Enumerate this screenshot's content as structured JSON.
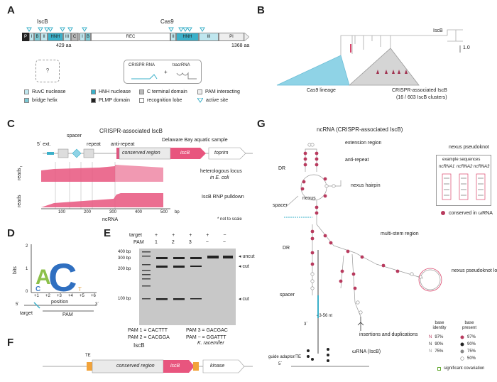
{
  "panels": {
    "A": "A",
    "B": "B",
    "C": "C",
    "D": "D",
    "E": "E",
    "F": "F",
    "G": "G"
  },
  "panelA": {
    "iscb_title": "IscB",
    "cas9_title": "Cas9",
    "iscb_len": "429 aa",
    "cas9_len": "1368 aa",
    "iscb_domains": [
      "P",
      "I",
      "B",
      "II",
      "HNH",
      "III",
      "C"
    ],
    "cas9_domains": [
      "I",
      "B",
      "REC",
      "II",
      "HNH",
      "III",
      "PI"
    ],
    "unknown": "?",
    "crispr_rna": "CRISPR RNA",
    "plus": "+",
    "tracrrna": "tracrRNA",
    "legend": [
      {
        "label": "RuvC nuclease",
        "color": "#bfe6ee"
      },
      {
        "label": "HNH nuclease",
        "color": "#3bb0c9"
      },
      {
        "label": "C terminal domain",
        "color": "#b8b8b8"
      },
      {
        "label": "PAM interacting",
        "color": "#eeeeee"
      },
      {
        "label": "bridge helix",
        "color": "#7cc9d4"
      },
      {
        "label": "PLMP domain",
        "color": "#222222"
      },
      {
        "label": "recognition lobe",
        "color": "#ffffff"
      },
      {
        "label": "active site",
        "color": "#3bb0c9"
      }
    ]
  },
  "panelB": {
    "iscb": "IscB",
    "scale": "1.0",
    "cas9_lineage": "Cas9 lineage",
    "crispr_iscb": "CRISPR-associated IscB",
    "clusters": "(16 / 603 IscB clusters)"
  },
  "panelC": {
    "title": "CRISPR-associated IscB",
    "ext": "5´ ext.",
    "spacer": "spacer",
    "repeat": "repeat",
    "anti_repeat": "anti-repeat",
    "conserved_region": "conserved region",
    "iscb": "iscB",
    "toprim": "toprim",
    "sample": "Delaware Bay aquatic sample",
    "reads": "reads",
    "track1": "heterologous locus",
    "track1b": "in E. coli",
    "track2": "IscB RNP pulldown",
    "xticks": [
      "100",
      "200",
      "300",
      "400",
      "500"
    ],
    "xunit": "bp",
    "xlabel": "ncRNA",
    "note": "* not to scale"
  },
  "panelD": {
    "ylabel": "bits",
    "yticks": [
      "0",
      "1",
      "2"
    ],
    "positions": [
      "+1",
      "+2",
      "+3",
      "+4",
      "+5",
      "+6"
    ],
    "xlabel": "position",
    "five": "5´",
    "three": "3´",
    "target": "target",
    "pam": "PAM"
  },
  "panelE": {
    "row_target": "target",
    "row_pam": "PAM",
    "target_marks": [
      "+",
      "+",
      "+",
      "+",
      "−"
    ],
    "pam_marks": [
      "1",
      "2",
      "3",
      "−",
      "−"
    ],
    "ladder": [
      "400 bp",
      "300 bp",
      "200 bp",
      "100 bp"
    ],
    "uncut": "uncut",
    "cut": "cut",
    "pam1": "PAM 1 = CACTTT",
    "pam2": "PAM 2 = CACGGA",
    "pam3": "PAM 3 = GACGAC",
    "pamneg": "PAM − = GGATTT"
  },
  "panelF": {
    "title": "IscB",
    "te": "TE",
    "conserved_region": "conserved region",
    "iscb": "iscB",
    "organism": "K. racemifer",
    "kinase": "kinase"
  },
  "panelG": {
    "title": "ncRNA (CRISPR-associated IscB)",
    "extension": "extension region",
    "anti_repeat": "anti-repeat",
    "dr": "DR",
    "nexus": "nexus",
    "nexus_hairpin": "nexus hairpin",
    "spacer": "spacer",
    "dr2": "DR",
    "spacer2": "spacer",
    "multi_stem": "multi-stem region",
    "nexus_pk": "nexus pseudoknot",
    "nexus_pk_loop": "nexus pseudoknot loop",
    "length": "43-56 nt",
    "three": "3´",
    "five": "5´",
    "insertions": "insertions and duplications",
    "omega": "ωRNA (IscB)",
    "guide": "guide adaptor/TE",
    "pk_box_title": "nexus pseudoknot",
    "example_seq": "example sequences",
    "ex_names": [
      "ncRNA1",
      "ncRNA2",
      "ncRNA3"
    ],
    "conserved": "conserved in ωRNA",
    "base_identity": "base identity",
    "base_present": "base present",
    "identity_levels": [
      "97%",
      "90%",
      "75%"
    ],
    "present_levels": [
      "97%",
      "90%",
      "75%",
      "50%"
    ],
    "covariation": "significant covariation"
  }
}
